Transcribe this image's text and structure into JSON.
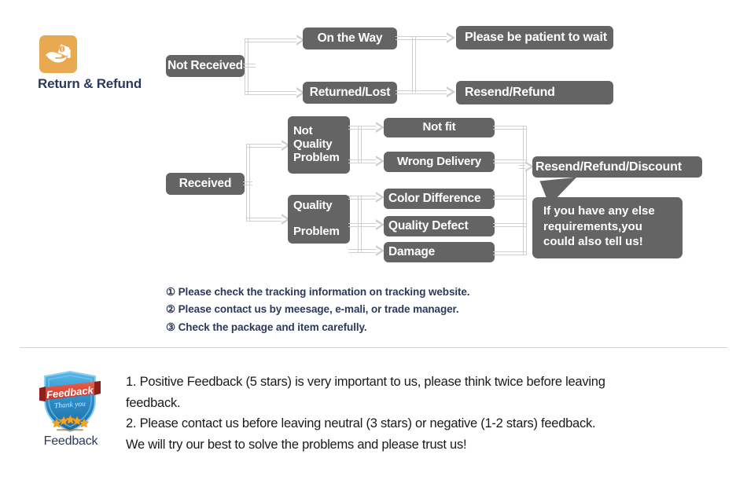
{
  "header": {
    "icon": "money-hand-icon",
    "title": "Return & Refund",
    "icon_color": "#e8a951",
    "title_color": "#2b3a5c"
  },
  "theme": {
    "box_fill": "#646464",
    "box_text": "#ffffff",
    "connector": "#cfcfcf",
    "divider": "#d2d2d2",
    "note_text": "#2b3a5c",
    "body_text": "#1a1a1a"
  },
  "flow": {
    "not_received": {
      "label": "Not Received",
      "branches": [
        {
          "label": "On the Way",
          "result": "Please be patient to wait"
        },
        {
          "label": "Returned/Lost",
          "result": "Resend/Refund"
        }
      ]
    },
    "received": {
      "label": "Received",
      "groups": [
        {
          "label": "Not\nQuality\nProblem",
          "reasons": [
            "Not fit",
            "Wrong Delivery"
          ]
        },
        {
          "label": "Quality\n\nProblem",
          "reasons": [
            "Color Difference",
            "Quality Defect",
            "Damage"
          ]
        }
      ],
      "result": "Resend/Refund/Discount"
    },
    "callout": "If you have any else\nrequirements,you\ncould also tell us!"
  },
  "notes": [
    "① Please check the tracking information on tracking website.",
    "② Please contact us by meesage, e-mali, or trade manager.",
    "③ Check the package and item carefully."
  ],
  "feedback": {
    "badge_ribbon": "Feedback",
    "badge_script": "Thank you",
    "badge_stars": 5,
    "label": "Feedback",
    "paragraphs": "1. Positive Feedback (5 stars) is very important to us, please think twice before leaving\nfeedback.\n2. Please contact us before leaving neutral (3 stars) or negative (1-2 stars) feedback.\nWe will try our best to solve the problems and please trust us!"
  }
}
